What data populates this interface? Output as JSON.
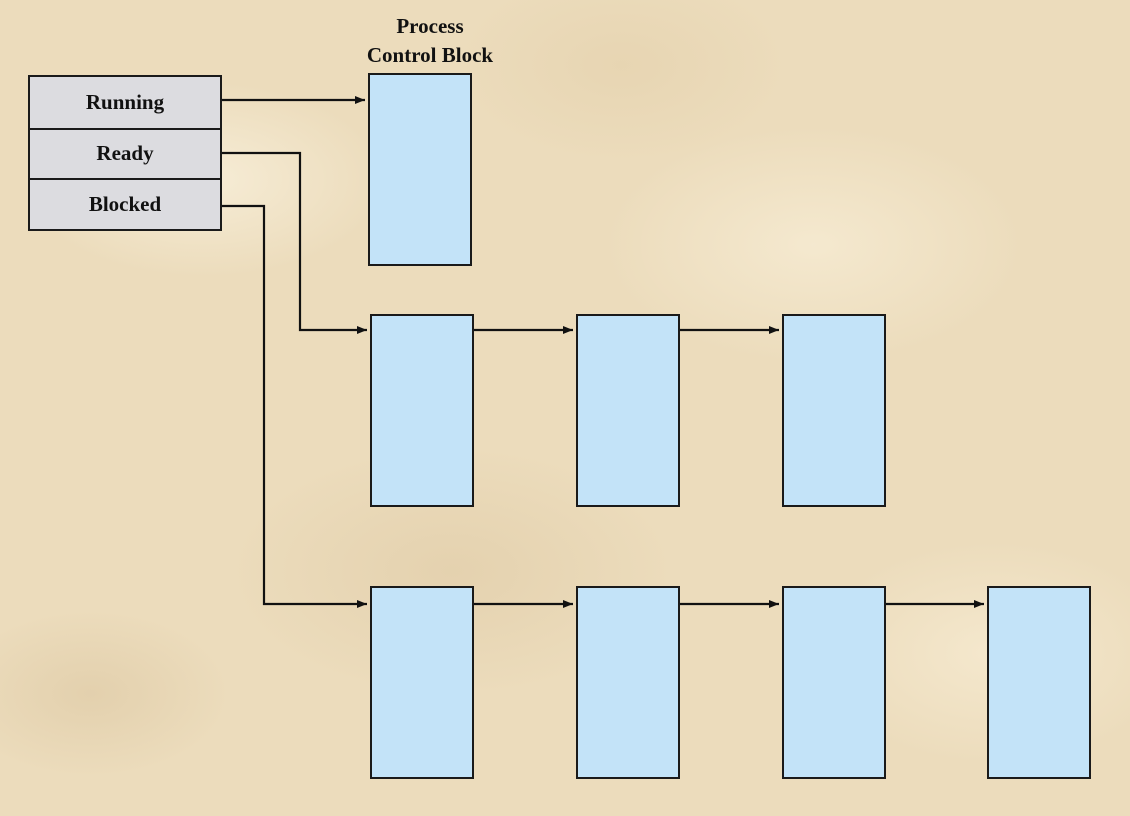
{
  "title": {
    "line1": "Process",
    "line2": "Control Block"
  },
  "states": [
    {
      "label": "Running"
    },
    {
      "label": "Ready"
    },
    {
      "label": "Blocked"
    }
  ],
  "queues": {
    "running": {
      "count": 1
    },
    "ready": {
      "count": 3
    },
    "blocked": {
      "count": 4
    }
  },
  "colors": {
    "background": "#ecdcbc",
    "pcb_fill": "#c3e3f8",
    "state_fill": "#dcdce0",
    "line": "#111111"
  }
}
